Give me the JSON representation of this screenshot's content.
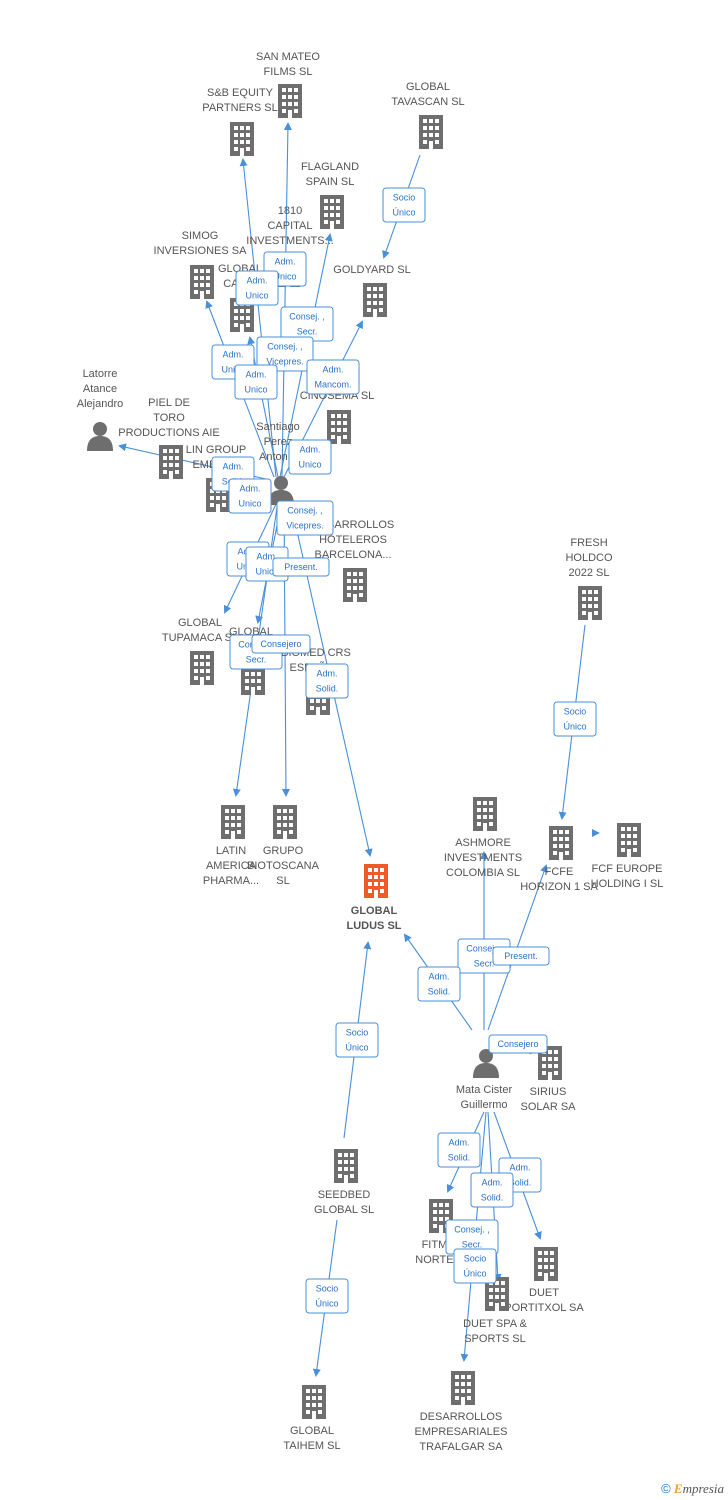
{
  "colors": {
    "edge": "#4a90d9",
    "building": "#6e6e6e",
    "main": "#f05a28",
    "label": "#555555"
  },
  "companies": [
    {
      "id": "san_mateo",
      "lines": [
        "SAN MATEO",
        "FILMS SL"
      ]
    },
    {
      "id": "sb_equity",
      "lines": [
        "S&B EQUITY",
        "PARTNERS  SL"
      ]
    },
    {
      "id": "global_tavascan",
      "lines": [
        "GLOBAL",
        "TAVASCAN  SL"
      ]
    },
    {
      "id": "flagland",
      "lines": [
        "FLAGLAND",
        "SPAIN SL"
      ]
    },
    {
      "id": "capital1810",
      "lines": [
        "1810",
        "CAPITAL",
        "INVESTMENTS..."
      ]
    },
    {
      "id": "goldyard",
      "lines": [
        "GOLDYARD SL"
      ]
    },
    {
      "id": "simog",
      "lines": [
        "SIMOG",
        "INVERSIONES SA"
      ]
    },
    {
      "id": "global_cali",
      "lines": [
        "GLOBAL",
        "CALI..."
      ]
    },
    {
      "id": "cinosema",
      "lines": [
        "CINOSEMA SL"
      ]
    },
    {
      "id": "piel_toro",
      "lines": [
        "PIEL DE",
        "TORO",
        "PRODUCTIONS AIE"
      ]
    },
    {
      "id": "lin_group",
      "lines": [
        "LIN GROUP",
        "EMEA SL"
      ]
    },
    {
      "id": "desarrollos_hoteleros",
      "lines": [
        "DESARROLLOS",
        "HOTELEROS",
        "BARCELONA..."
      ]
    },
    {
      "id": "fresh_holdco",
      "lines": [
        "FRESH",
        "HOLDCO",
        "2022  SL"
      ]
    },
    {
      "id": "global_tupamaca",
      "lines": [
        "GLOBAL",
        "TUPAMACA SL"
      ]
    },
    {
      "id": "global_mir",
      "lines": [
        "GLOBAL",
        "MIR..."
      ]
    },
    {
      "id": "biomed",
      "lines": [
        "BIOMED CRS",
        "ESPAÑA..."
      ]
    },
    {
      "id": "latin_america",
      "lines": [
        "LATIN",
        "AMERICA",
        "PHARMA..."
      ]
    },
    {
      "id": "grupo_biotoscana",
      "lines": [
        "GRUPO",
        "BIOTOSCANA",
        "SL"
      ]
    },
    {
      "id": "ashmore",
      "lines": [
        "ASHMORE",
        "INVESTMENTS",
        "COLOMBIA SL"
      ]
    },
    {
      "id": "fcfe_horizon",
      "lines": [
        "FCFE",
        "HORIZON 1 SA"
      ]
    },
    {
      "id": "fcf_europe",
      "lines": [
        "FCF EUROPE",
        "HOLDING I  SL"
      ]
    },
    {
      "id": "global_ludus",
      "lines": [
        "GLOBAL",
        "LUDUS  SL"
      ]
    },
    {
      "id": "sirius",
      "lines": [
        "SIRIUS",
        "SOLAR SA"
      ]
    },
    {
      "id": "seedbed",
      "lines": [
        "SEEDBED",
        "GLOBAL  SL"
      ]
    },
    {
      "id": "fitm",
      "lines": [
        "FITM...",
        "NORTE..."
      ]
    },
    {
      "id": "duet_portitxol",
      "lines": [
        "DUET",
        "PORTITXOL SA"
      ]
    },
    {
      "id": "duet_spa",
      "lines": [
        "DUET SPA &",
        "SPORTS SL"
      ]
    },
    {
      "id": "global_taihem",
      "lines": [
        "GLOBAL",
        "TAIHEM SL"
      ]
    },
    {
      "id": "desarrollos_trafalgar",
      "lines": [
        "DESARROLLOS",
        "EMPRESARIALES",
        "TRAFALGAR SA"
      ]
    }
  ],
  "persons": [
    {
      "id": "latorre",
      "lines": [
        "Latorre",
        "Atance",
        "Alejandro"
      ]
    },
    {
      "id": "santiago",
      "lines": [
        "Santiago",
        "Perez",
        "Anton..."
      ]
    },
    {
      "id": "mata",
      "lines": [
        "Mata Cister",
        "Guillermo"
      ]
    }
  ],
  "relations": [
    {
      "id": "r1",
      "lines": [
        "Socio",
        "Único"
      ]
    },
    {
      "id": "r2",
      "lines": [
        "Adm.",
        "Unico"
      ]
    },
    {
      "id": "r3",
      "lines": [
        "Adm.",
        "Unico"
      ]
    },
    {
      "id": "r4",
      "lines": [
        "Consej. ,",
        "Secr."
      ]
    },
    {
      "id": "r5",
      "lines": [
        "Adm.",
        "Unico"
      ]
    },
    {
      "id": "r6",
      "lines": [
        "Consej. ,",
        "Vicepres."
      ]
    },
    {
      "id": "r7",
      "lines": [
        "Adm.",
        "Unico"
      ]
    },
    {
      "id": "r8",
      "lines": [
        "Adm.",
        "Mancom."
      ]
    },
    {
      "id": "r9",
      "lines": [
        "Adm.",
        "Unico"
      ]
    },
    {
      "id": "r10",
      "lines": [
        "Adm.",
        "Solid."
      ]
    },
    {
      "id": "r11",
      "lines": [
        "Adm.",
        "Unico"
      ]
    },
    {
      "id": "r12",
      "lines": [
        "Consej. ,",
        "Vicepres."
      ]
    },
    {
      "id": "r13",
      "lines": [
        "Adm.",
        "Unico"
      ]
    },
    {
      "id": "r14",
      "lines": [
        "Adm.",
        "Unico"
      ]
    },
    {
      "id": "r15",
      "lines": [
        "Present."
      ]
    },
    {
      "id": "r16",
      "lines": [
        "Consej. ,",
        "Secr."
      ]
    },
    {
      "id": "r17",
      "lines": [
        "Consejero"
      ]
    },
    {
      "id": "r18",
      "lines": [
        "Adm.",
        "Solid."
      ]
    },
    {
      "id": "r19",
      "lines": [
        "Socio",
        "Único"
      ]
    },
    {
      "id": "r20",
      "lines": [
        "Consej. ,",
        "Secr."
      ]
    },
    {
      "id": "r21",
      "lines": [
        "Present."
      ]
    },
    {
      "id": "r22",
      "lines": [
        "Adm.",
        "Solid."
      ]
    },
    {
      "id": "r23",
      "lines": [
        "Consejero"
      ]
    },
    {
      "id": "r24",
      "lines": [
        "Socio",
        "Único"
      ]
    },
    {
      "id": "r25",
      "lines": [
        "Adm.",
        "Solid."
      ]
    },
    {
      "id": "r26",
      "lines": [
        "Adm.",
        "Solid."
      ]
    },
    {
      "id": "r27",
      "lines": [
        "Adm.",
        "Solid."
      ]
    },
    {
      "id": "r28",
      "lines": [
        "Consej. ,",
        "Secr."
      ]
    },
    {
      "id": "r29",
      "lines": [
        "Socio",
        "Único"
      ]
    },
    {
      "id": "r30",
      "lines": [
        "Socio",
        "Único"
      ]
    }
  ],
  "footer": {
    "copyright_symbol": "©",
    "brand_initial": "E",
    "brand_rest": "mpresia"
  }
}
